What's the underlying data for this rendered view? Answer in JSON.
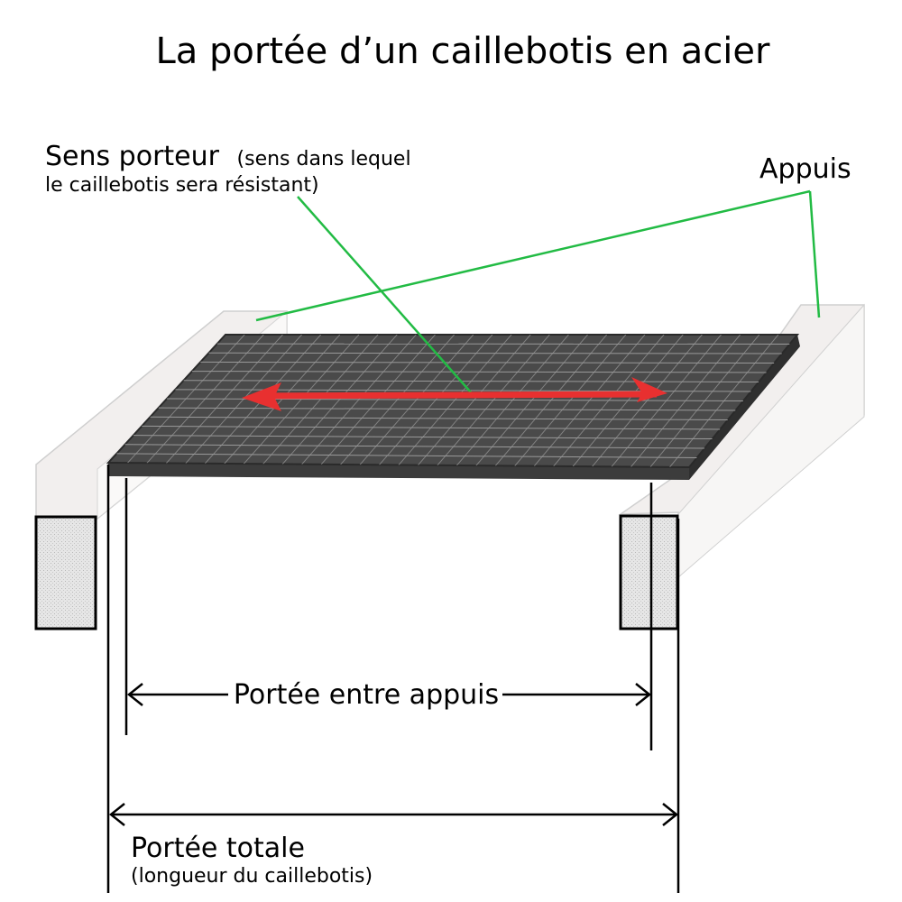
{
  "title": "La portée d’un caillebotis en acier",
  "bearing_direction": {
    "label": "Sens porteur",
    "note_line1": "(sens dans lequel",
    "note_line2": "le caillebotis sera résistant)"
  },
  "supports": {
    "label": "Appuis"
  },
  "span_between_supports": {
    "label": "Portée entre appuis"
  },
  "total_span": {
    "label": "Portée totale",
    "note": "(longueur du caillebotis)"
  },
  "colors": {
    "grating": "#4a4a4a",
    "grating_lines": "#9a9a9a",
    "support": "#f2efee",
    "support_section": "#d9d9d9",
    "leader_line": "#22bb44",
    "direction_arrow": "#e83030",
    "dimension_line": "#000000"
  },
  "icons": [
    "double-arrow-icon"
  ]
}
